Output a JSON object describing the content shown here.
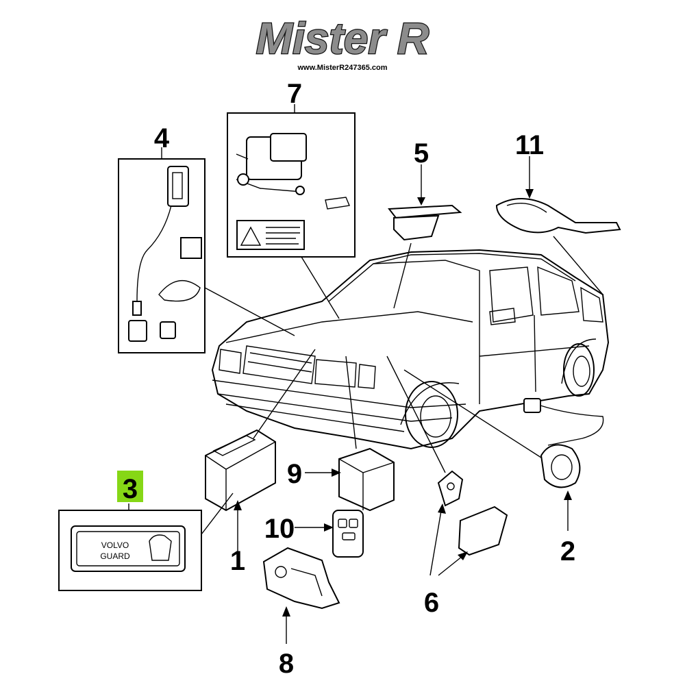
{
  "brand": {
    "name": "Mister R",
    "url": "www.MisterR247365.com"
  },
  "callouts": {
    "c1": "1",
    "c2": "2",
    "c3": "3",
    "c4": "4",
    "c5": "5",
    "c6": "6",
    "c7": "7",
    "c8": "8",
    "c9": "9",
    "c10": "10",
    "c11": "11"
  },
  "sticker": {
    "line1": "VOLVO",
    "line2": "GUARD"
  },
  "highlight": {
    "callout": "3",
    "color": "#86d716"
  }
}
